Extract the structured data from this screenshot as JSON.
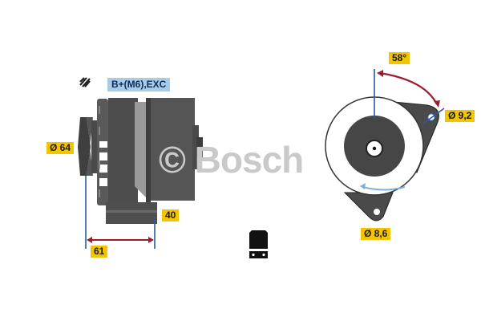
{
  "product": {
    "brand_watermark": "© Bosch",
    "terminal_label": "B+(M6),EXC",
    "side_view": {
      "pulley_diameter": "Ø 64",
      "mount_width": "40",
      "overall_offset": "61"
    },
    "front_view": {
      "mount_angle": "58°",
      "upper_hole_diameter": "Ø 9,2",
      "lower_hole_diameter": "Ø 8,6"
    },
    "icons": [
      "regulator-symbol-icon",
      "connector-plug-icon"
    ]
  },
  "colors": {
    "dimension_label_bg": "#f3c400",
    "terminal_label_bg": "#a8cbe6",
    "body_dark": "#4b4b4b",
    "dimension_line": "#2c5a9c",
    "arrow_red": "#9b1c2e",
    "rotation_arrow": "#7fb0da"
  }
}
